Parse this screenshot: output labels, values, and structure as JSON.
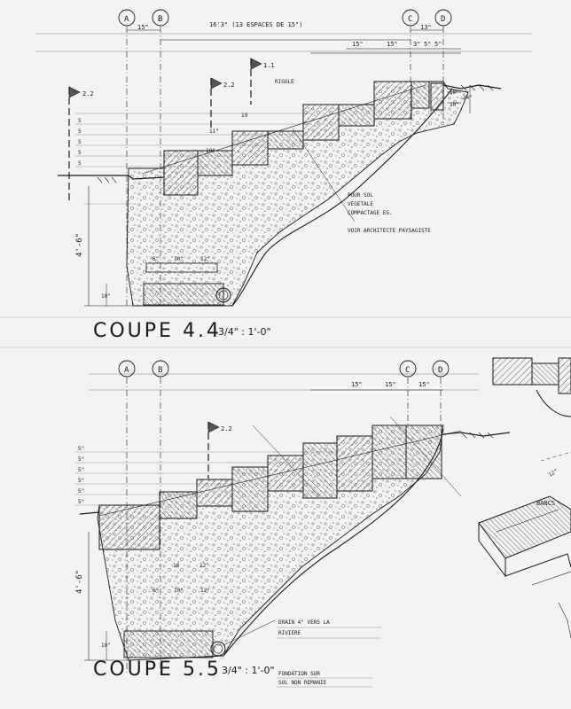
{
  "palette": {
    "ink": "#1a1a1a",
    "paper": "#f3f3f1",
    "hatch": "#333333"
  },
  "top_section": {
    "grid_labels": [
      "A",
      "B",
      "C",
      "D"
    ],
    "overall_dim": "16'3\" (13 ESPACES DE 15\")",
    "ab_dim": "15\"",
    "cd_dim": "13\"",
    "tread_dims": [
      "15\"",
      "15\"",
      "3\"",
      "5\"",
      "5\""
    ],
    "right_dims": [
      "10\"",
      "24\"",
      "10\""
    ],
    "riser_dims": [
      "5",
      "5",
      "5",
      "5",
      "5"
    ],
    "section_marks": [
      "2.2",
      "2.2",
      "1.1"
    ],
    "rigole": "RIGOLE",
    "note": [
      "POUR SOL",
      "VEGETALE",
      "COMPACTAGE EG.",
      "VOIR ARCHITECTE PAYSAGISTE"
    ],
    "mid_dims": [
      "19",
      "10\"",
      "11\""
    ],
    "footing_dims": [
      "6\"",
      "10\"",
      "12\""
    ],
    "height_dim": "4'-6\"",
    "bottom_dim": "10\"",
    "title": "COUPE 4.4",
    "scale": "3/4\" : 1'-0\""
  },
  "bottom_section": {
    "grid_labels": [
      "A",
      "B",
      "C",
      "D"
    ],
    "tread_dims": [
      "15\"",
      "15\"",
      "15\""
    ],
    "riser_dims": [
      "5\"",
      "5\"",
      "5\"",
      "5\"",
      "5\"",
      "5\""
    ],
    "section_mark": "2.2",
    "mid_dims": [
      "10",
      "12\""
    ],
    "footing_dims": [
      "6\"",
      "10\"",
      "12\""
    ],
    "height_dim": "4'-6\"",
    "bottom_dim": "10\"",
    "drain_note": [
      "DRAIN 4\" VERS LA",
      "RIVIERE"
    ],
    "foundation_note": [
      "FONDATION SUR",
      "SOL NON REMANIE"
    ],
    "title": "COUPE 5.5",
    "scale": "3/4\" : 1'-0\""
  },
  "iso_view": {
    "label": "BANCS",
    "dim": "12\""
  }
}
